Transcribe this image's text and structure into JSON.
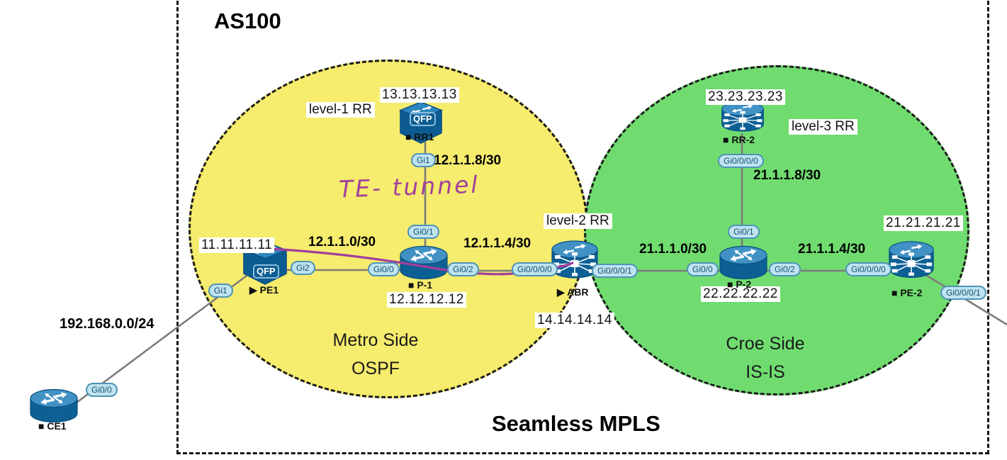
{
  "diagram": {
    "as_label": "AS100",
    "title": "Seamless MPLS",
    "annotation": "TE- tunnel",
    "colors": {
      "metro_fill": "#F6EC6D",
      "core_fill": "#70DC70",
      "tunnel": "#A23F9C",
      "link": "#7C7C78",
      "router_blue": "#0D6094",
      "badge_fill": "#BFE3F1",
      "badge_border": "#4E94B5"
    }
  },
  "regions": {
    "metro": {
      "name": "Metro Side",
      "protocol": "OSPF"
    },
    "core": {
      "name": "Croe Side",
      "protocol": "IS-IS"
    }
  },
  "roles": {
    "rr1": "level-1 RR",
    "abr": "level-2 RR",
    "rr2": "level-3 RR"
  },
  "nodes": {
    "ce1": {
      "name": "■ CE1"
    },
    "pe1": {
      "name": "▶ PE1",
      "loopback": "11.11.11.11",
      "chip": "QFP"
    },
    "p1": {
      "name": "■ P-1",
      "loopback": "12.12.12.12"
    },
    "rr1": {
      "name": "■ RR1",
      "loopback": "13.13.13.13",
      "chip": "QFP"
    },
    "abr": {
      "name": "▶ ABR",
      "loopback": "14.14.14.14"
    },
    "p2": {
      "name": "■ P-2",
      "loopback": "22.22.22.22"
    },
    "rr2": {
      "name": "■ RR-2",
      "loopback": "23.23.23.23"
    },
    "pe2": {
      "name": "■ PE-2",
      "loopback": "21.21.21.21"
    }
  },
  "subnets": {
    "ce1_pe1": "192.168.0.0/24",
    "pe1_p1": "12.1.1.0/30",
    "p1_abr": "12.1.1.4/30",
    "p1_rr1": "12.1.1.8/30",
    "abr_p2": "21.1.1.0/30",
    "p2_pe2": "21.1.1.4/30",
    "p2_rr2": "21.1.1.8/30"
  },
  "interfaces": {
    "ce1_gi00": "Gi0/0",
    "pe1_gi1": "Gi1",
    "pe1_gi2": "Gi2",
    "p1_gi00": "Gi0/0",
    "p1_gi01": "Gi0/1",
    "p1_gi02": "Gi0/2",
    "rr1_gi1": "Gi1",
    "abr_gi0000": "Gi0/0/0/0",
    "abr_gi0001": "Gi0/0/0/1",
    "p2_gi00": "Gi0/0",
    "p2_gi01": "Gi0/1",
    "p2_gi02": "Gi0/2",
    "rr2_gi0000": "Gi0/0/0/0",
    "pe2_gi0000": "Gi0/0/0/0",
    "pe2_gi0001": "Gi0/0/0/1"
  }
}
